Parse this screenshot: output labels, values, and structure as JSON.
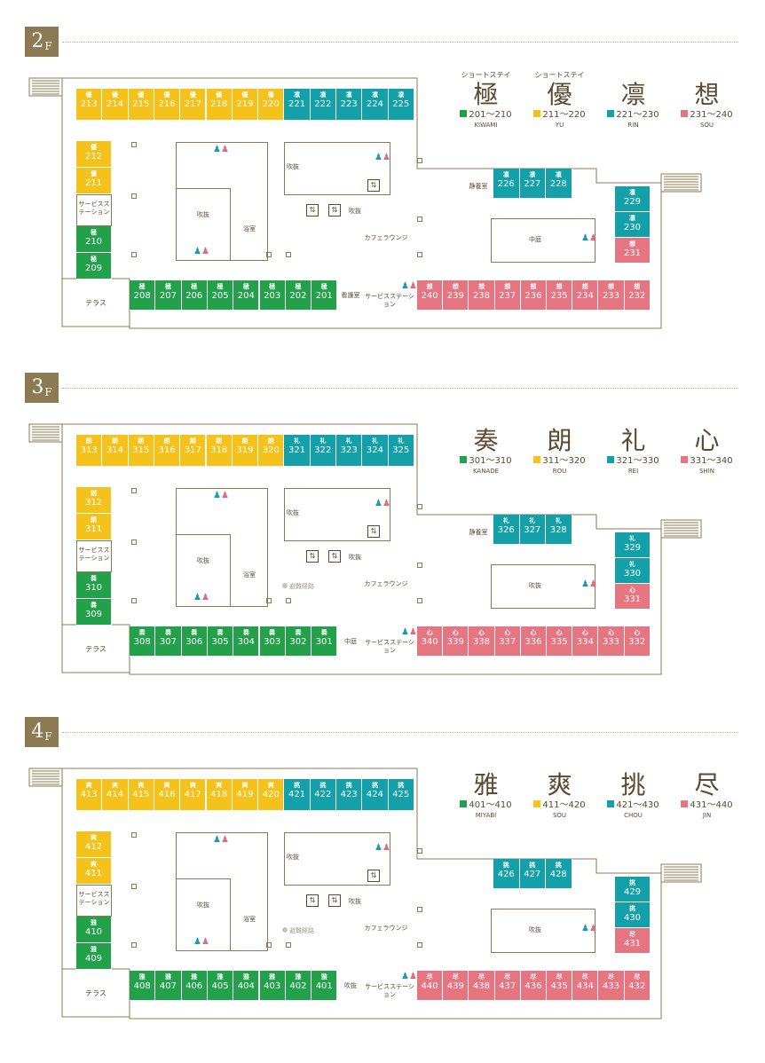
{
  "colors": {
    "green": "#22a14a",
    "yellow": "#f5c21b",
    "teal": "#13a0a8",
    "pink": "#e67582"
  },
  "floors": [
    {
      "label": "2",
      "sub": "F",
      "legend": [
        {
          "kana": "ショートステイ",
          "kanji": "極",
          "range": "201～210",
          "roman": "KIWAMI",
          "color": "green"
        },
        {
          "kana": "ショートステイ",
          "kanji": "優",
          "range": "211～220",
          "roman": "YU",
          "color": "yellow"
        },
        {
          "kana": "",
          "kanji": "凛",
          "range": "221～230",
          "roman": "RIN",
          "color": "teal"
        },
        {
          "kana": "",
          "kanji": "想",
          "range": "231～240",
          "roman": "SOU",
          "color": "pink"
        }
      ],
      "top_rooms": [
        {
          "n": "優",
          "num": "213",
          "c": "yellow"
        },
        {
          "n": "優",
          "num": "214",
          "c": "yellow"
        },
        {
          "n": "優",
          "num": "215",
          "c": "yellow"
        },
        {
          "n": "優",
          "num": "216",
          "c": "yellow"
        },
        {
          "n": "優",
          "num": "217",
          "c": "yellow"
        },
        {
          "n": "優",
          "num": "218",
          "c": "yellow"
        },
        {
          "n": "優",
          "num": "219",
          "c": "yellow"
        },
        {
          "n": "優",
          "num": "220",
          "c": "yellow"
        },
        {
          "n": "凛",
          "num": "221",
          "c": "teal"
        },
        {
          "n": "凛",
          "num": "222",
          "c": "teal"
        },
        {
          "n": "凛",
          "num": "223",
          "c": "teal"
        },
        {
          "n": "凛",
          "num": "224",
          "c": "teal"
        },
        {
          "n": "凛",
          "num": "225",
          "c": "teal"
        }
      ],
      "left_rooms": [
        {
          "n": "優",
          "num": "212",
          "c": "yellow"
        },
        {
          "n": "優",
          "num": "211",
          "c": "yellow"
        },
        {
          "n": "極",
          "num": "210",
          "c": "green"
        },
        {
          "n": "極",
          "num": "209",
          "c": "green"
        }
      ],
      "mid_rooms": [
        {
          "n": "凛",
          "num": "226",
          "c": "teal"
        },
        {
          "n": "凛",
          "num": "227",
          "c": "teal"
        },
        {
          "n": "凛",
          "num": "228",
          "c": "teal"
        }
      ],
      "right_rooms": [
        {
          "n": "凛",
          "num": "229",
          "c": "teal"
        },
        {
          "n": "凛",
          "num": "230",
          "c": "teal"
        },
        {
          "n": "想",
          "num": "231",
          "c": "pink"
        }
      ],
      "bottom_left_rooms": [
        {
          "n": "極",
          "num": "208",
          "c": "green"
        },
        {
          "n": "極",
          "num": "207",
          "c": "green"
        },
        {
          "n": "極",
          "num": "206",
          "c": "green"
        },
        {
          "n": "極",
          "num": "205",
          "c": "green"
        },
        {
          "n": "極",
          "num": "204",
          "c": "green"
        },
        {
          "n": "極",
          "num": "203",
          "c": "green"
        },
        {
          "n": "極",
          "num": "202",
          "c": "green"
        },
        {
          "n": "極",
          "num": "201",
          "c": "green"
        }
      ],
      "bottom_right_rooms": [
        {
          "n": "想",
          "num": "240",
          "c": "pink"
        },
        {
          "n": "想",
          "num": "239",
          "c": "pink"
        },
        {
          "n": "想",
          "num": "238",
          "c": "pink"
        },
        {
          "n": "想",
          "num": "237",
          "c": "pink"
        },
        {
          "n": "想",
          "num": "236",
          "c": "pink"
        },
        {
          "n": "想",
          "num": "235",
          "c": "pink"
        },
        {
          "n": "想",
          "num": "234",
          "c": "pink"
        },
        {
          "n": "想",
          "num": "233",
          "c": "pink"
        },
        {
          "n": "想",
          "num": "232",
          "c": "pink"
        }
      ],
      "labels": {
        "service": "サービスステーション",
        "terrace": "テラス",
        "fukinuke_center": "吹抜",
        "bath": "浴室",
        "fukinuke_small": "吹抜",
        "fukinuke_elev": "吹抜",
        "cafe": "カフェラウンジ",
        "quiet": "静養室",
        "courtyard": "中庭",
        "bottom_room": "看護室",
        "service_bottom": "サービスステーション",
        "route": ""
      }
    },
    {
      "label": "3",
      "sub": "F",
      "legend": [
        {
          "kana": "",
          "kanji": "奏",
          "range": "301～310",
          "roman": "KANADE",
          "color": "green"
        },
        {
          "kana": "",
          "kanji": "朗",
          "range": "311～320",
          "roman": "ROU",
          "color": "yellow"
        },
        {
          "kana": "",
          "kanji": "礼",
          "range": "321～330",
          "roman": "REI",
          "color": "teal"
        },
        {
          "kana": "",
          "kanji": "心",
          "range": "331～340",
          "roman": "SHIN",
          "color": "pink"
        }
      ],
      "top_rooms": [
        {
          "n": "朗",
          "num": "313",
          "c": "yellow"
        },
        {
          "n": "朗",
          "num": "314",
          "c": "yellow"
        },
        {
          "n": "朗",
          "num": "315",
          "c": "yellow"
        },
        {
          "n": "朗",
          "num": "316",
          "c": "yellow"
        },
        {
          "n": "朗",
          "num": "317",
          "c": "yellow"
        },
        {
          "n": "朗",
          "num": "318",
          "c": "yellow"
        },
        {
          "n": "朗",
          "num": "319",
          "c": "yellow"
        },
        {
          "n": "朗",
          "num": "320",
          "c": "yellow"
        },
        {
          "n": "礼",
          "num": "321",
          "c": "teal"
        },
        {
          "n": "礼",
          "num": "322",
          "c": "teal"
        },
        {
          "n": "礼",
          "num": "323",
          "c": "teal"
        },
        {
          "n": "礼",
          "num": "324",
          "c": "teal"
        },
        {
          "n": "礼",
          "num": "325",
          "c": "teal"
        }
      ],
      "left_rooms": [
        {
          "n": "朗",
          "num": "312",
          "c": "yellow"
        },
        {
          "n": "朗",
          "num": "311",
          "c": "yellow"
        },
        {
          "n": "奏",
          "num": "310",
          "c": "green"
        },
        {
          "n": "奏",
          "num": "309",
          "c": "green"
        }
      ],
      "mid_rooms": [
        {
          "n": "礼",
          "num": "326",
          "c": "teal"
        },
        {
          "n": "礼",
          "num": "327",
          "c": "teal"
        },
        {
          "n": "礼",
          "num": "328",
          "c": "teal"
        }
      ],
      "right_rooms": [
        {
          "n": "礼",
          "num": "329",
          "c": "teal"
        },
        {
          "n": "礼",
          "num": "330",
          "c": "teal"
        },
        {
          "n": "心",
          "num": "331",
          "c": "pink"
        }
      ],
      "bottom_left_rooms": [
        {
          "n": "奏",
          "num": "308",
          "c": "green"
        },
        {
          "n": "奏",
          "num": "307",
          "c": "green"
        },
        {
          "n": "奏",
          "num": "306",
          "c": "green"
        },
        {
          "n": "奏",
          "num": "305",
          "c": "green"
        },
        {
          "n": "奏",
          "num": "304",
          "c": "green"
        },
        {
          "n": "奏",
          "num": "303",
          "c": "green"
        },
        {
          "n": "奏",
          "num": "302",
          "c": "green"
        },
        {
          "n": "奏",
          "num": "301",
          "c": "green"
        }
      ],
      "bottom_right_rooms": [
        {
          "n": "心",
          "num": "340",
          "c": "pink"
        },
        {
          "n": "心",
          "num": "339",
          "c": "pink"
        },
        {
          "n": "心",
          "num": "338",
          "c": "pink"
        },
        {
          "n": "心",
          "num": "337",
          "c": "pink"
        },
        {
          "n": "心",
          "num": "336",
          "c": "pink"
        },
        {
          "n": "心",
          "num": "335",
          "c": "pink"
        },
        {
          "n": "心",
          "num": "334",
          "c": "pink"
        },
        {
          "n": "心",
          "num": "333",
          "c": "pink"
        },
        {
          "n": "心",
          "num": "332",
          "c": "pink"
        }
      ],
      "labels": {
        "service": "サービスステーション",
        "terrace": "テラス",
        "fukinuke_center": "吹抜",
        "bath": "浴室",
        "fukinuke_small": "吹抜",
        "fukinuke_elev": "吹抜",
        "cafe": "カフェラウンジ",
        "quiet": "静養室",
        "courtyard": "吹抜",
        "bottom_room": "中庭",
        "service_bottom": "サービスステーション",
        "route": "避難経路"
      }
    },
    {
      "label": "4",
      "sub": "F",
      "legend": [
        {
          "kana": "",
          "kanji": "雅",
          "range": "401～410",
          "roman": "MIYABI",
          "color": "green"
        },
        {
          "kana": "",
          "kanji": "爽",
          "range": "411～420",
          "roman": "SOU",
          "color": "yellow"
        },
        {
          "kana": "",
          "kanji": "挑",
          "range": "421～430",
          "roman": "CHOU",
          "color": "teal"
        },
        {
          "kana": "",
          "kanji": "尽",
          "range": "431～440",
          "roman": "JIN",
          "color": "pink"
        }
      ],
      "top_rooms": [
        {
          "n": "爽",
          "num": "413",
          "c": "yellow"
        },
        {
          "n": "爽",
          "num": "414",
          "c": "yellow"
        },
        {
          "n": "爽",
          "num": "415",
          "c": "yellow"
        },
        {
          "n": "爽",
          "num": "416",
          "c": "yellow"
        },
        {
          "n": "爽",
          "num": "417",
          "c": "yellow"
        },
        {
          "n": "爽",
          "num": "418",
          "c": "yellow"
        },
        {
          "n": "爽",
          "num": "419",
          "c": "yellow"
        },
        {
          "n": "爽",
          "num": "420",
          "c": "yellow"
        },
        {
          "n": "挑",
          "num": "421",
          "c": "teal"
        },
        {
          "n": "挑",
          "num": "422",
          "c": "teal"
        },
        {
          "n": "挑",
          "num": "423",
          "c": "teal"
        },
        {
          "n": "挑",
          "num": "424",
          "c": "teal"
        },
        {
          "n": "挑",
          "num": "425",
          "c": "teal"
        }
      ],
      "left_rooms": [
        {
          "n": "爽",
          "num": "412",
          "c": "yellow"
        },
        {
          "n": "爽",
          "num": "411",
          "c": "yellow"
        },
        {
          "n": "雅",
          "num": "410",
          "c": "green"
        },
        {
          "n": "雅",
          "num": "409",
          "c": "green"
        }
      ],
      "mid_rooms": [
        {
          "n": "挑",
          "num": "426",
          "c": "teal"
        },
        {
          "n": "挑",
          "num": "427",
          "c": "teal"
        },
        {
          "n": "挑",
          "num": "428",
          "c": "teal"
        }
      ],
      "right_rooms": [
        {
          "n": "挑",
          "num": "429",
          "c": "teal"
        },
        {
          "n": "挑",
          "num": "430",
          "c": "teal"
        },
        {
          "n": "尽",
          "num": "431",
          "c": "pink"
        }
      ],
      "bottom_left_rooms": [
        {
          "n": "雅",
          "num": "408",
          "c": "green"
        },
        {
          "n": "雅",
          "num": "407",
          "c": "green"
        },
        {
          "n": "雅",
          "num": "406",
          "c": "green"
        },
        {
          "n": "雅",
          "num": "405",
          "c": "green"
        },
        {
          "n": "雅",
          "num": "404",
          "c": "green"
        },
        {
          "n": "雅",
          "num": "403",
          "c": "green"
        },
        {
          "n": "雅",
          "num": "402",
          "c": "green"
        },
        {
          "n": "雅",
          "num": "401",
          "c": "green"
        }
      ],
      "bottom_right_rooms": [
        {
          "n": "尽",
          "num": "440",
          "c": "pink"
        },
        {
          "n": "尽",
          "num": "439",
          "c": "pink"
        },
        {
          "n": "尽",
          "num": "438",
          "c": "pink"
        },
        {
          "n": "尽",
          "num": "437",
          "c": "pink"
        },
        {
          "n": "尽",
          "num": "436",
          "c": "pink"
        },
        {
          "n": "尽",
          "num": "435",
          "c": "pink"
        },
        {
          "n": "尽",
          "num": "434",
          "c": "pink"
        },
        {
          "n": "尽",
          "num": "433",
          "c": "pink"
        },
        {
          "n": "尽",
          "num": "432",
          "c": "pink"
        }
      ],
      "labels": {
        "service": "サービスステーション",
        "terrace": "テラス",
        "fukinuke_center": "吹抜",
        "bath": "浴室",
        "fukinuke_small": "吹抜",
        "fukinuke_elev": "吹抜",
        "cafe": "カフェラウンジ",
        "quiet": "",
        "courtyard": "吹抜",
        "bottom_room": "吹抜",
        "service_bottom": "サービスステーション",
        "route": "避難経路"
      }
    }
  ]
}
